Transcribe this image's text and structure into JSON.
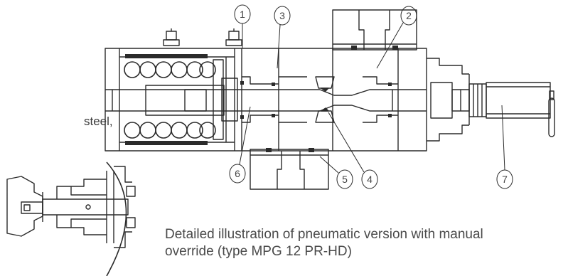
{
  "side_text": "steel,",
  "caption": {
    "line1": "Detailed illustration of pneumatic version with manual",
    "line2": "override (type MPG 12 PR-HD)"
  },
  "callouts": [
    "1",
    "2",
    "3",
    "4",
    "5",
    "6",
    "7"
  ]
}
